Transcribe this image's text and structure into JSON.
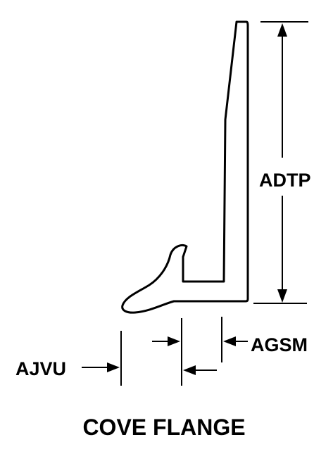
{
  "diagram": {
    "title": "COVE FLANGE",
    "labels": {
      "height": "ADTP",
      "thickness": "AGSM",
      "base_width": "AJVU"
    }
  }
}
